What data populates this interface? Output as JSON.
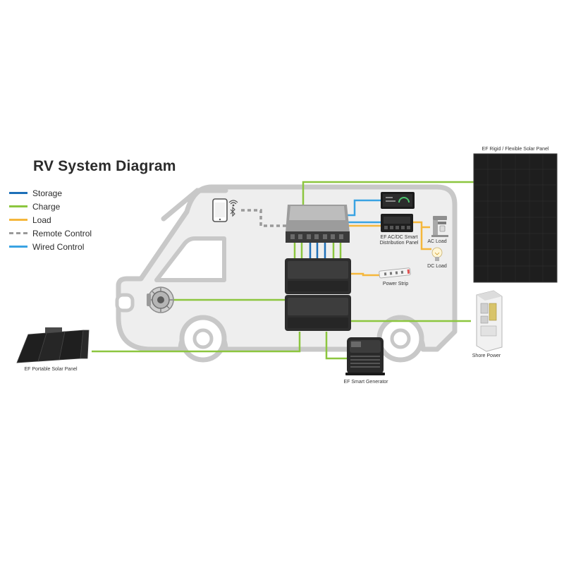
{
  "diagram": {
    "title": "RV System Diagram",
    "legend": [
      {
        "label": "Storage",
        "color": "#1d6fb8",
        "style": "solid"
      },
      {
        "label": "Charge",
        "color": "#8cc63f",
        "style": "solid"
      },
      {
        "label": "Load",
        "color": "#f5b73b",
        "style": "solid"
      },
      {
        "label": "Remote Control",
        "color": "#9a9a9a",
        "style": "dashed"
      },
      {
        "label": "Wired Control",
        "color": "#3aa3e3",
        "style": "solid"
      }
    ],
    "labels": {
      "rigid_solar": "EF Rigid / Flexible Solar Panel",
      "distribution_panel_line1": "EF AC/DC Smart",
      "distribution_panel_line2": "Distribution Panel",
      "ac_load": "AC Load",
      "dc_load": "DC Load",
      "power_strip": "Power Strip",
      "shore_power": "Shore Power",
      "portable_solar": "EF Portable Solar Panel",
      "smart_generator": "EF Smart Generator"
    },
    "colors": {
      "rv_outline": "#c8c8c8",
      "rv_fill": "#eeeeee",
      "panel_dark": "#1e1e1e"
    }
  }
}
